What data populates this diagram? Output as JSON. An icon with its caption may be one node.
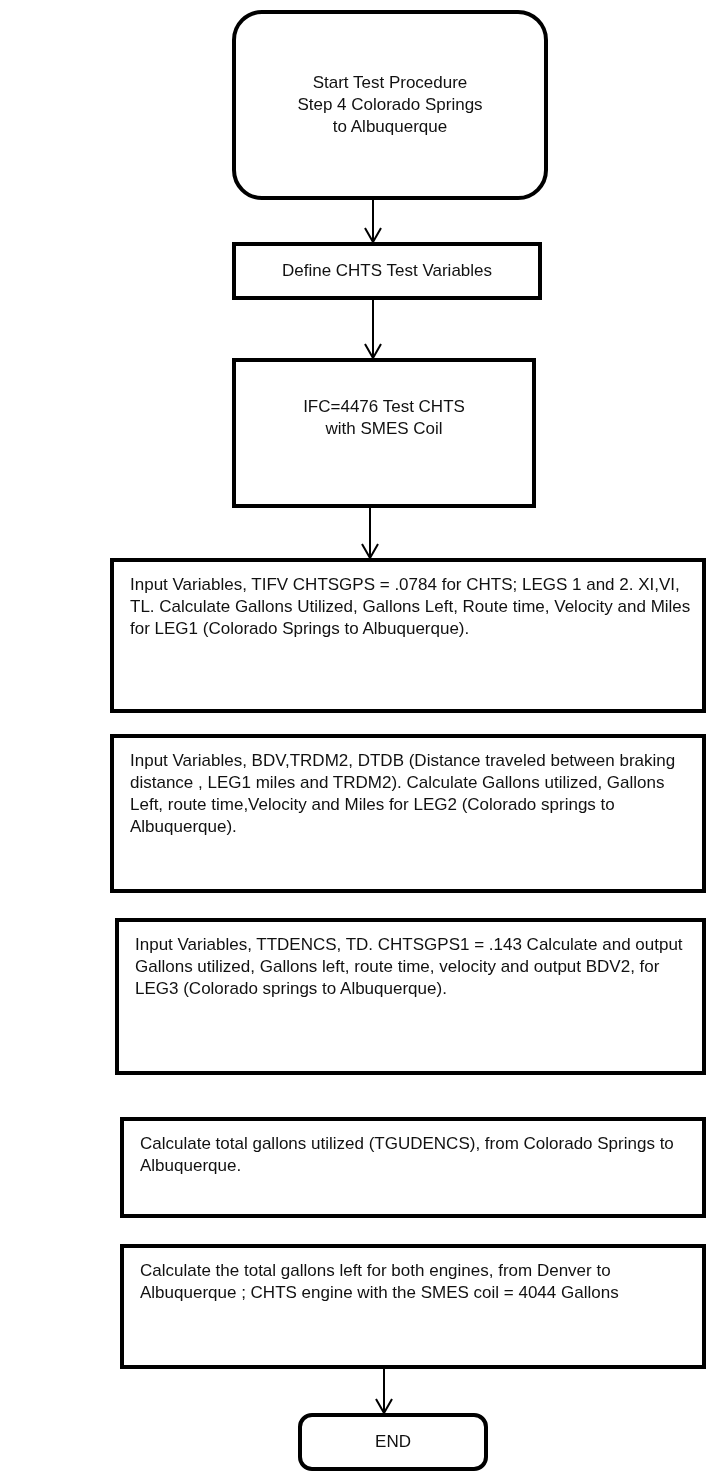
{
  "diagram": {
    "nodes": [
      {
        "text": [
          "Start Test Procedure Step 4 Colorado Springs to Albuquerque"
        ]
      },
      {
        "text": [
          "Define CHTS Test Variables"
        ]
      },
      {
        "text": [
          "IFC=4476 Test CHTS with SMES Coil"
        ]
      },
      {
        "text": [
          "Input Variables, TIFV CHTSGPS = .0784 for CHTS; LEGS 1 and 2. XI,VI, TL. Calculate Gallons Utilized, Gallons Left, Route time, Velocity and Miles for LEG1 (Colorado Springs to Albuquerque)."
        ]
      },
      {
        "text": [
          "Input Variables, BDV,TRDM2, DTDB (Distance traveled between braking distance , LEG1 miles and TRDM2). Calculate Gallons utilized, Gallons Left, route time,Velocity and Miles for LEG2 (Colorado springs to Albuquerque)."
        ]
      },
      {
        "text": [
          "Input Variables, TTDENCS, TD. CHTSGPS1 = .143 Calculate and output Gallons utilized, Gallons left, route time, velocity and output BDV2, for LEG3 (Colorado springs to Albuquerque)."
        ]
      },
      {
        "text": [
          "Calculate total gallons utilized (TGUDENCS), from Colorado Springs to Albuquerque."
        ]
      },
      {
        "text": [
          "Calculate the total gallons left for both engines, from Denver to Albuquerque ; CHTS engine with the SMES coil = 4044 Gallons"
        ]
      },
      {
        "text": [
          "END"
        ]
      }
    ],
    "edges": [
      {
        "from": 0,
        "to": 1,
        "arrow": "to"
      },
      {
        "from": 1,
        "to": 2,
        "arrow": "to"
      },
      {
        "from": 2,
        "to": 3,
        "arrow": "to"
      },
      {
        "from": 7,
        "to": 8,
        "arrow": "to"
      }
    ]
  }
}
